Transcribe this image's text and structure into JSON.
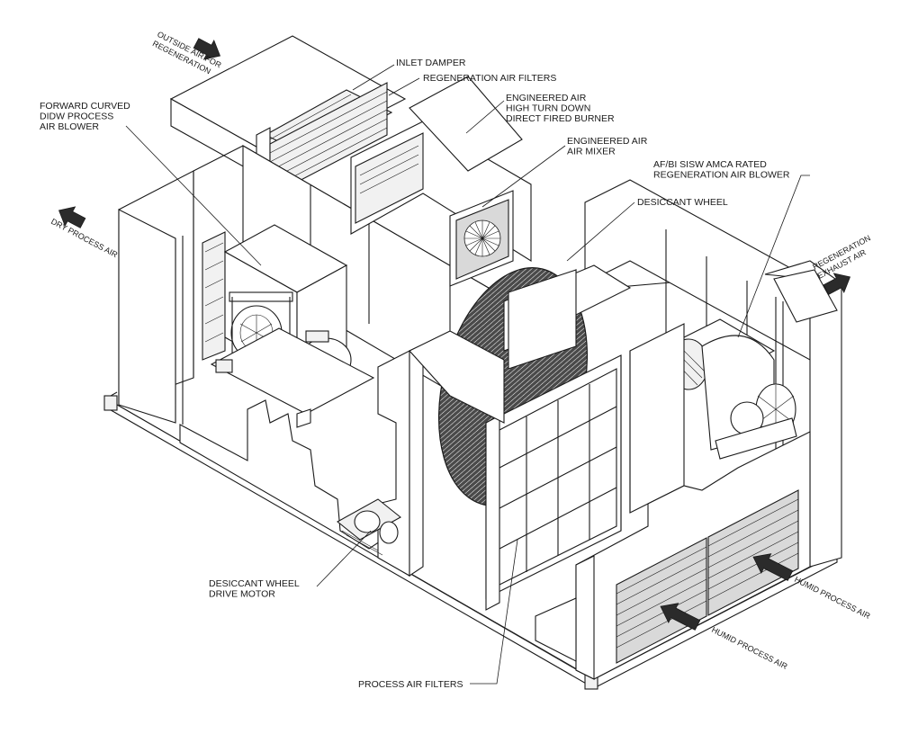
{
  "labels": {
    "outside_air": [
      "OUTSIDE AIR FOR",
      "REGENERATION"
    ],
    "inlet_damper": [
      "INLET DAMPER"
    ],
    "regen_filters": [
      "REGENERATION AIR FILTERS"
    ],
    "burner": [
      "ENGINEERED AIR",
      "HIGH TURN DOWN",
      "DIRECT FIRED BURNER"
    ],
    "forward_curved": [
      "FORWARD CURVED",
      "DIDW PROCESS",
      "AIR BLOWER"
    ],
    "air_mixer": [
      "ENGINEERED AIR",
      "AIR MIXER"
    ],
    "regen_blower": [
      "AF/BI SISW AMCA RATED",
      "REGENERATION  AIR BLOWER"
    ],
    "desiccant_wheel": [
      "DESICCANT WHEEL"
    ],
    "dry_process_air": [
      "DRY PROCESS AIR"
    ],
    "regen_exhaust": [
      "REGENERATION",
      "EXHAUST AIR"
    ],
    "wheel_motor": [
      "DESICCANT WHEEL",
      "DRIVE MOTOR"
    ],
    "humid_air_1": [
      "HUMID PROCESS AIR"
    ],
    "humid_air_2": [
      "HUMID PROCESS AIR"
    ],
    "process_filters": [
      "PROCESS AIR FILTERS"
    ]
  },
  "colors": {
    "line": "#1a1a1a",
    "arrow_fill": "#2b2b2b",
    "wheel_hatch": "#333333"
  }
}
